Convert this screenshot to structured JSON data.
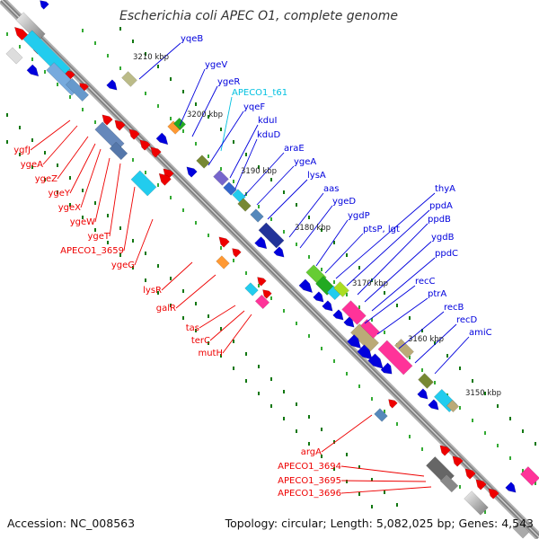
{
  "title": "Escherichia coli APEC O1, complete genome",
  "footer": {
    "accession": "Accession: NC_008563",
    "summary": "Topology: circular; Length: 5,082,025 bp; Genes: 4,543"
  },
  "colors": {
    "backbone": "#808080",
    "forward_strand": "#0000dd",
    "reverse_strand": "#ee0000",
    "rna_label": "#00c0e0",
    "tick": "#228822"
  },
  "kbp_ticks": [
    {
      "label": "3210 kbp"
    },
    {
      "label": "3200 kbp"
    },
    {
      "label": "3190 kbp"
    },
    {
      "label": "3180 kbp"
    },
    {
      "label": "3170 kbp"
    },
    {
      "label": "3160 kbp"
    },
    {
      "label": "3150 kbp"
    }
  ],
  "labels_right": [
    {
      "text": "yqeB",
      "strand": "forward"
    },
    {
      "text": "ygeV",
      "strand": "forward"
    },
    {
      "text": "ygeR",
      "strand": "forward"
    },
    {
      "text": "APECO1_t61",
      "strand": "rna"
    },
    {
      "text": "yqeF",
      "strand": "forward"
    },
    {
      "text": "kduI",
      "strand": "forward"
    },
    {
      "text": "kduD",
      "strand": "forward"
    },
    {
      "text": "araE",
      "strand": "forward"
    },
    {
      "text": "ygeA",
      "strand": "forward"
    },
    {
      "text": "lysA",
      "strand": "forward"
    },
    {
      "text": "aas",
      "strand": "forward"
    },
    {
      "text": "ygeD",
      "strand": "forward"
    },
    {
      "text": "ygdP",
      "strand": "forward"
    },
    {
      "text": "ptsP, lgt",
      "strand": "forward"
    },
    {
      "text": "thyA",
      "strand": "forward"
    },
    {
      "text": "ppdA",
      "strand": "forward"
    },
    {
      "text": "ppdB",
      "strand": "forward"
    },
    {
      "text": "ygdB",
      "strand": "forward"
    },
    {
      "text": "ppdC",
      "strand": "forward"
    },
    {
      "text": "recC",
      "strand": "forward"
    },
    {
      "text": "ptrA",
      "strand": "forward"
    },
    {
      "text": "recB",
      "strand": "forward"
    },
    {
      "text": "recD",
      "strand": "forward"
    },
    {
      "text": "amiC",
      "strand": "forward"
    }
  ],
  "labels_left": [
    {
      "text": "ygfJ"
    },
    {
      "text": "ygeA"
    },
    {
      "text": "ygeZ"
    },
    {
      "text": "ygeY"
    },
    {
      "text": "ygeX"
    },
    {
      "text": "ygeW"
    },
    {
      "text": "ygeT"
    },
    {
      "text": "APECO1_3659"
    },
    {
      "text": "ygeG"
    },
    {
      "text": "lysR"
    },
    {
      "text": "galR"
    },
    {
      "text": "tas"
    },
    {
      "text": "terC"
    },
    {
      "text": "mutH"
    },
    {
      "text": "argA"
    },
    {
      "text": "APECO1_3694"
    },
    {
      "text": "APECO1_3695"
    },
    {
      "text": "APECO1_3696"
    }
  ]
}
